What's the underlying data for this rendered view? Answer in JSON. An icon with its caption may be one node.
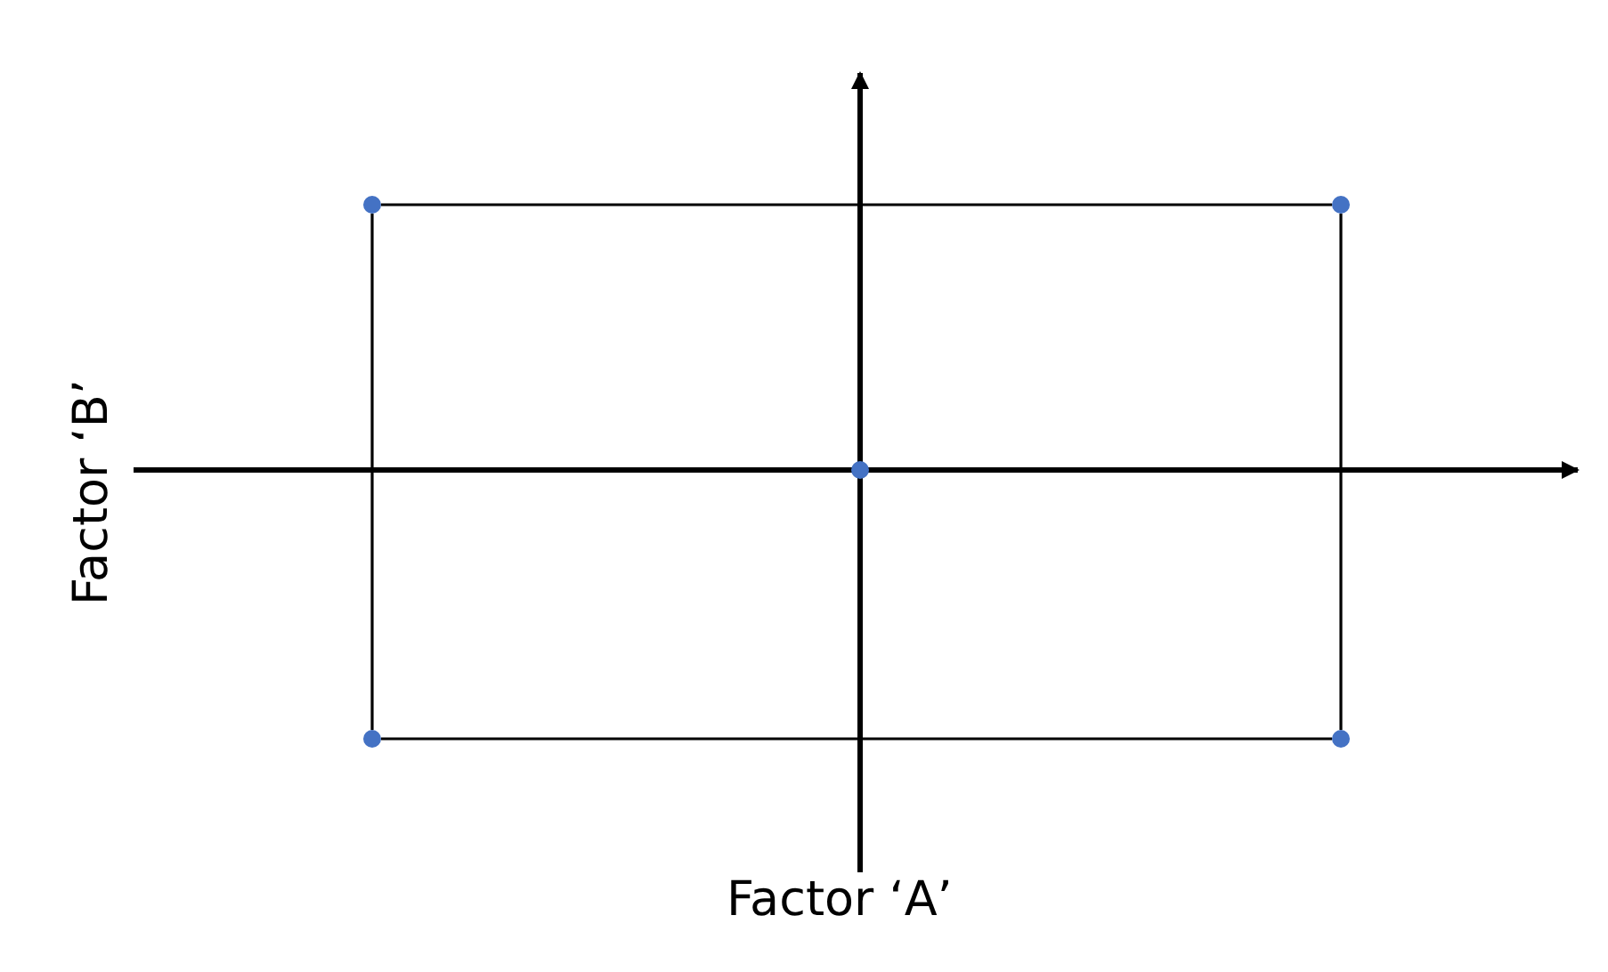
{
  "diagram": {
    "nodes": [
      {
        "text": [],
        "shape": "circle"
      },
      {
        "text": [],
        "shape": "circle"
      },
      {
        "text": [],
        "shape": "circle"
      },
      {
        "text": [],
        "shape": "circle"
      },
      {
        "text": [],
        "shape": "circle"
      }
    ],
    "edges": [
      {
        "from": 0,
        "to": 1,
        "arrow": "none"
      },
      {
        "from": 1,
        "to": 4,
        "arrow": "none"
      },
      {
        "from": 4,
        "to": 3,
        "arrow": "none"
      },
      {
        "from": 3,
        "to": 0,
        "arrow": "none"
      }
    ],
    "labels": [
      "Factor ‘B’",
      "Factor ‘A’"
    ]
  }
}
